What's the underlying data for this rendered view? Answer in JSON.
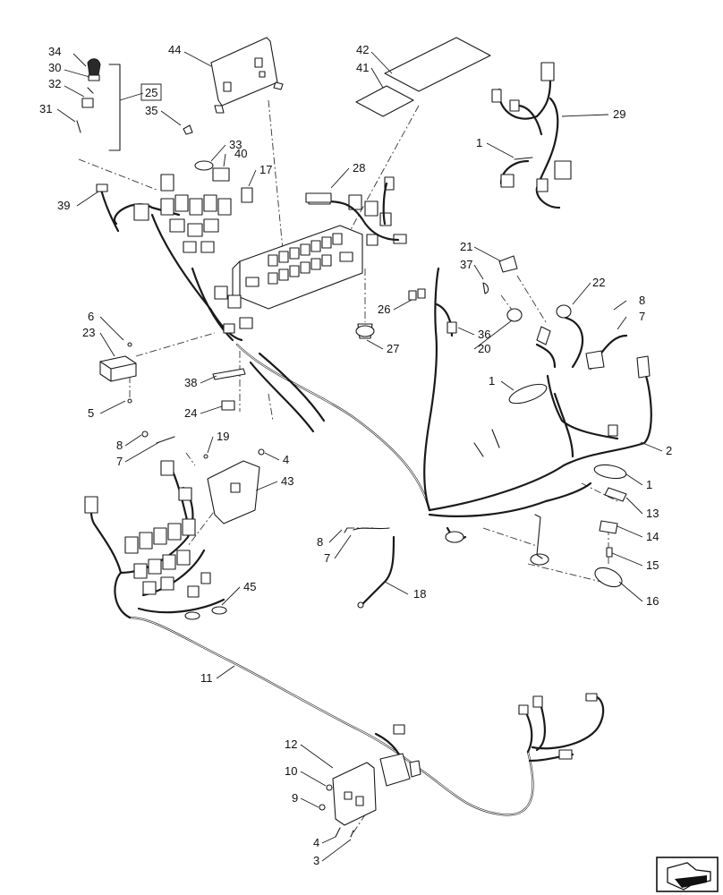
{
  "callouts": {
    "c34": "34",
    "c30": "30",
    "c32": "32",
    "c31": "31",
    "c25": "25",
    "c35": "35",
    "c44": "44",
    "c42": "42",
    "c41": "41",
    "c29": "29",
    "c1a": "1",
    "c33": "33",
    "c40": "40",
    "c17": "17",
    "c28": "28",
    "c39": "39",
    "c21": "21",
    "c37": "37",
    "c22": "22",
    "c8a": "8",
    "c7a": "7",
    "c26": "26",
    "c36": "36",
    "c20": "20",
    "c27": "27",
    "c6": "6",
    "c23": "23",
    "c5": "5",
    "c38": "38",
    "c24": "24",
    "c1b": "1",
    "c2": "2",
    "c1c": "1",
    "c13": "13",
    "c14": "14",
    "c15": "15",
    "c16": "16",
    "c8b": "8",
    "c7b": "7",
    "c19": "19",
    "c4a": "4",
    "c43": "43",
    "c8c": "8",
    "c7c": "7",
    "c18": "18",
    "c45": "45",
    "c11": "11",
    "c12": "12",
    "c10": "10",
    "c9": "9",
    "c4b": "4",
    "c3": "3"
  },
  "nav_icon": "next-page-arrow-icon"
}
